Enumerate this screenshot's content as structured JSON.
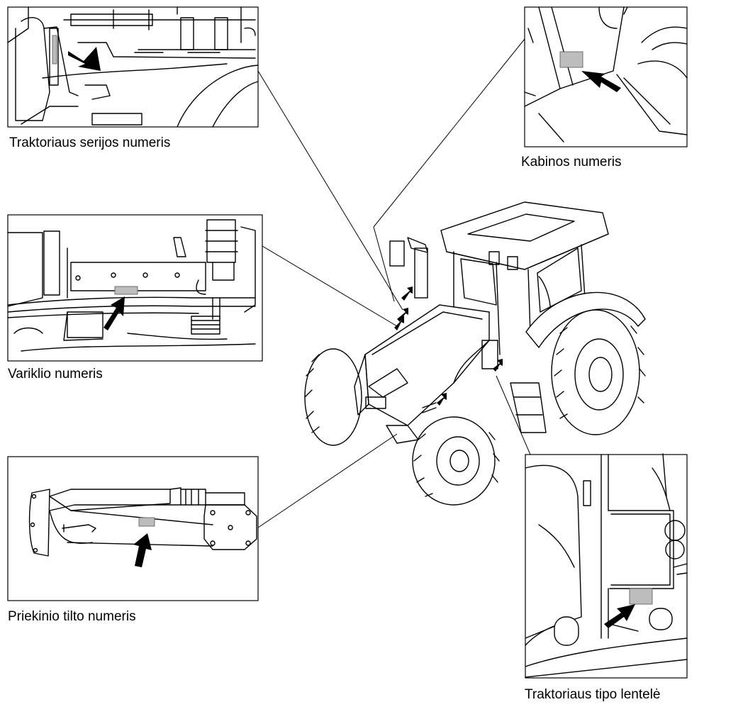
{
  "labels": {
    "serial": "Traktoriaus serijos numeris",
    "cab": "Kabinos numeris",
    "engine": "Variklio numeris",
    "front_axle": "Priekinio tilto numeris",
    "type_plate": "Traktoriaus tipo lentelė"
  },
  "colors": {
    "line": "#000000",
    "plate_highlight": "#bdbdbd",
    "background": "#ffffff"
  },
  "icons": {
    "pointer": "black-arrow-icon"
  }
}
